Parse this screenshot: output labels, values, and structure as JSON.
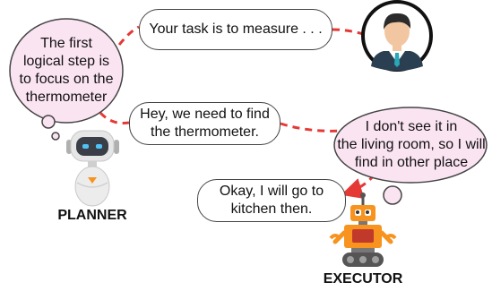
{
  "colors": {
    "connector": "#e53935",
    "thought_fill": "#fbe4f2",
    "bubble_border": "#444444",
    "planner_eyes": "#4fc3f7",
    "executor_body": "#f7931e",
    "executor_panel": "#c0392b",
    "executor_track": "#555555",
    "user_suit": "#2b3f52",
    "user_tie": "#2aa7b8"
  },
  "icons": {
    "user": "user-avatar-icon",
    "planner": "planner-robot-icon",
    "executor": "executor-robot-icon"
  },
  "messages": {
    "user_task": "Your task is to measure . . .",
    "planner_thought": [
      "The first",
      "logical step is",
      "to focus on the",
      "thermometer"
    ],
    "planner_to_executor": [
      "Hey, we need to find",
      "the thermometer."
    ],
    "executor_thought": [
      "I don't see it in",
      "the living room, so I will",
      "find in other place"
    ],
    "executor_reply": [
      "Okay, I will go to",
      "kitchen then."
    ]
  },
  "roles": {
    "planner": "PLANNER",
    "executor": "EXECUTOR"
  }
}
